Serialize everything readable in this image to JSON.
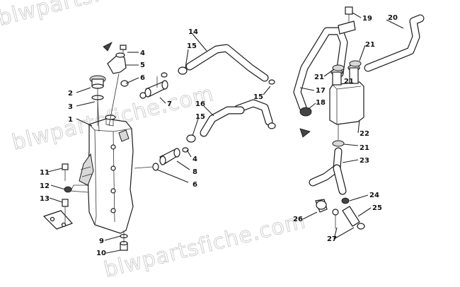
{
  "watermark": "blwpartsfiche.com",
  "callouts": [
    {
      "id": "1",
      "label": "1"
    },
    {
      "id": "2",
      "label": "2"
    },
    {
      "id": "3",
      "label": "3"
    },
    {
      "id": "4a",
      "label": "4"
    },
    {
      "id": "4b",
      "label": "4"
    },
    {
      "id": "5",
      "label": "5"
    },
    {
      "id": "6a",
      "label": "6"
    },
    {
      "id": "6b",
      "label": "6"
    },
    {
      "id": "7",
      "label": "7"
    },
    {
      "id": "8",
      "label": "8"
    },
    {
      "id": "9",
      "label": "9"
    },
    {
      "id": "10",
      "label": "10"
    },
    {
      "id": "11",
      "label": "11"
    },
    {
      "id": "12",
      "label": "12"
    },
    {
      "id": "13",
      "label": "13"
    },
    {
      "id": "14",
      "label": "14"
    },
    {
      "id": "15a",
      "label": "15"
    },
    {
      "id": "15b",
      "label": "15"
    },
    {
      "id": "15c",
      "label": "15"
    },
    {
      "id": "16",
      "label": "16"
    },
    {
      "id": "17",
      "label": "17"
    },
    {
      "id": "18",
      "label": "18"
    },
    {
      "id": "19",
      "label": "19"
    },
    {
      "id": "20",
      "label": "20"
    },
    {
      "id": "21a",
      "label": "21"
    },
    {
      "id": "21b",
      "label": "21"
    },
    {
      "id": "21c",
      "label": "21"
    },
    {
      "id": "21d",
      "label": "21"
    },
    {
      "id": "22",
      "label": "22"
    },
    {
      "id": "23",
      "label": "23"
    },
    {
      "id": "24",
      "label": "24"
    },
    {
      "id": "25",
      "label": "25"
    },
    {
      "id": "26",
      "label": "26"
    },
    {
      "id": "27",
      "label": "27"
    }
  ]
}
